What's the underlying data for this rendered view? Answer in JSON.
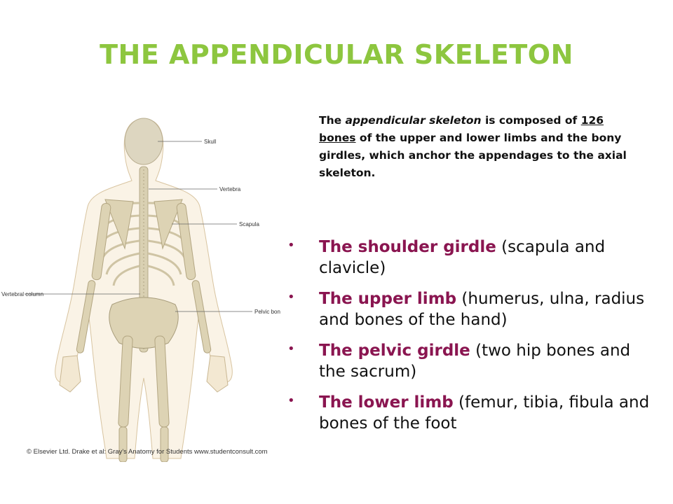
{
  "title": "THE APPENDICULAR SKELETON",
  "intro": {
    "p1": "The ",
    "em": "appendicular skeleton",
    "p2": " is composed of ",
    "underlined": "126 bones",
    "p3": " of the upper and lower limbs and the bony girdles, which anchor the appendages to the axial skeleton."
  },
  "bullets": [
    {
      "marker": "•",
      "term": "The shoulder girdle",
      "desc": " (scapula and clavicle)"
    },
    {
      "marker": "•",
      "term": "The upper limb",
      "desc": " (humerus, ulna, radius and bones of the hand)"
    },
    {
      "marker": "•",
      "term": "The pelvic girdle",
      "desc": " (two hip bones and the sacrum)"
    },
    {
      "marker": "•",
      "term": "The lower limb",
      "desc": " (femur, tibia, fibula and bones of the foot"
    }
  ],
  "figure": {
    "labels": {
      "skull": "Skull",
      "vertebra": "Vertebra",
      "scapula": "Scapula",
      "vertebral_column": "Vertebral column",
      "pelvic_bone": "Pelvic bone"
    },
    "credit": "© Elsevier Ltd. Drake et al: Gray's Anatomy for Students www.studentconsult.com"
  }
}
